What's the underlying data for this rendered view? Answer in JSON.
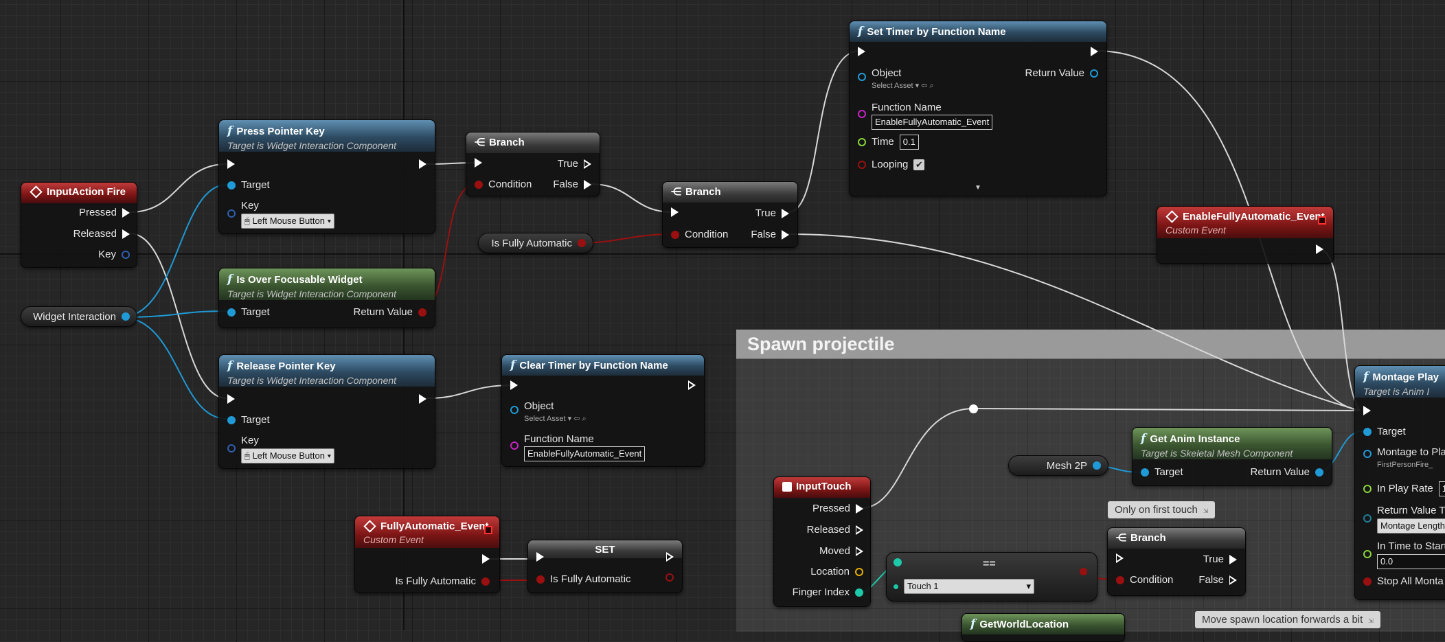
{
  "colors": {
    "exec": "#ffffff",
    "object": "#1f9ad6",
    "boolean": "#9a1010",
    "name": "#c425c4",
    "float": "#8ad53c",
    "vector": "#e7b000",
    "int": "#1cc9a8",
    "struct": "#1f7f9a",
    "event_header": "#8b1a1a",
    "function_header": "#3a5a74",
    "pure_header": "#4b6b3e"
  },
  "nodes": {
    "input_fire": {
      "title": "InputAction Fire",
      "pressed": "Pressed",
      "released": "Released",
      "key": "Key"
    },
    "widget_interaction": {
      "label": "Widget Interaction"
    },
    "press_pointer": {
      "title": "Press Pointer Key",
      "subtitle": "Target is Widget Interaction Component",
      "target": "Target",
      "key": "Key",
      "key_value": "Left Mouse Button"
    },
    "is_over": {
      "title": "Is Over Focusable Widget",
      "subtitle": "Target is Widget Interaction Component",
      "target": "Target",
      "return": "Return Value"
    },
    "release_pointer": {
      "title": "Release Pointer Key",
      "subtitle": "Target is Widget Interaction Component",
      "target": "Target",
      "key": "Key",
      "key_value": "Left Mouse Button"
    },
    "branch1": {
      "title": "Branch",
      "true": "True",
      "false": "False",
      "condition": "Condition"
    },
    "branch2": {
      "title": "Branch",
      "true": "True",
      "false": "False",
      "condition": "Condition"
    },
    "is_fully_auto_get": {
      "label": "Is Fully Automatic"
    },
    "set_timer": {
      "title": "Set Timer by Function Name",
      "object": "Object",
      "select_asset": "Select Asset",
      "return": "Return Value",
      "function_name": "Function Name",
      "function_value": "EnableFullyAutomatic_Event",
      "time": "Time",
      "time_value": "0.1",
      "looping": "Looping"
    },
    "clear_timer": {
      "title": "Clear Timer by Function Name",
      "object": "Object",
      "select_asset": "Select Asset",
      "function_name": "Function Name",
      "function_value": "EnableFullyAutomatic_Event"
    },
    "enable_event": {
      "title": "EnableFullyAutomatic_Event",
      "subtitle": "Custom Event"
    },
    "fully_auto_event": {
      "title": "FullyAutomatic_Event",
      "subtitle": "Custom Event",
      "param": "Is Fully Automatic"
    },
    "set_node": {
      "title": "SET",
      "param": "Is Fully Automatic"
    },
    "comment": {
      "title": "Spawn projectile"
    },
    "montage_play": {
      "title": "Montage Play",
      "subtitle": "Target is Anim I",
      "target": "Target",
      "montage": "Montage to Pla",
      "montage_value": "FirstPersonFire_",
      "play_rate": "In Play Rate",
      "play_rate_value": "1",
      "return_type": "Return Value Ty",
      "return_type_value": "Montage Length",
      "time_to_start": "In Time to Start",
      "time_to_start_value": "0.0",
      "stop_all": "Stop All Monta"
    },
    "get_anim": {
      "title": "Get Anim Instance",
      "subtitle": "Target is Skeletal Mesh Component",
      "target": "Target",
      "return": "Return Value"
    },
    "mesh2p": {
      "label": "Mesh 2P"
    },
    "input_touch": {
      "title": "InputTouch",
      "pressed": "Pressed",
      "released": "Released",
      "moved": "Moved",
      "location": "Location",
      "finger_index": "Finger Index"
    },
    "equal_node": {
      "title": "==",
      "touch_value": "Touch 1"
    },
    "branch3": {
      "title": "Branch",
      "true": "True",
      "false": "False",
      "condition": "Condition"
    },
    "get_world_location": {
      "title": "GetWorldLocation"
    }
  },
  "comments": {
    "only_first_touch": "Only on first touch",
    "move_spawn": "Move spawn location forwards a bit"
  }
}
